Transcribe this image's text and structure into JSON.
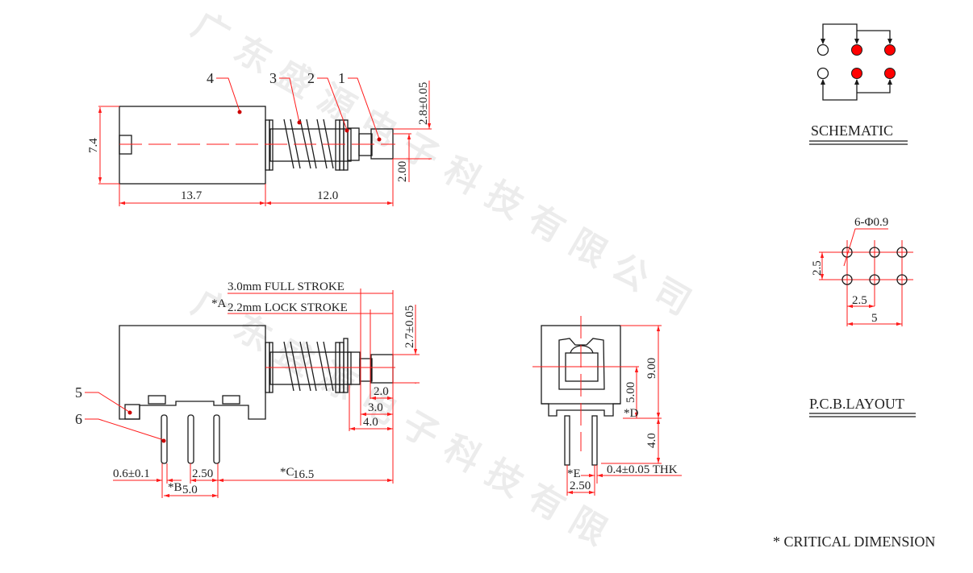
{
  "watermark": {
    "line1": "广东盛源电子科技有限公司",
    "line2": "广东盛源电子科技有限"
  },
  "top_view": {
    "callouts": [
      "1",
      "2",
      "3",
      "4"
    ],
    "dims": {
      "height": "7.4",
      "body_length": "13.7",
      "plunger_length": "12.0",
      "button_dia": "2.8±0.05",
      "shaft_dia": "2.00"
    }
  },
  "side_view": {
    "full_stroke": "3.0mm FULL STROKE",
    "lock_stroke_mark": "*A",
    "lock_stroke": "2.2mm LOCK STROKE",
    "callouts": [
      "5",
      "6"
    ],
    "dims": {
      "button_dia": "2.7±0.05",
      "d1": "2.0",
      "d2": "3.0",
      "d3": "4.0",
      "pin_width": "0.6±0.1",
      "pin_pitch": "2.50",
      "total_mark": "*C",
      "total": "16.5",
      "span_mark": "*B",
      "span": "5.0"
    }
  },
  "end_view": {
    "dims": {
      "height": "9.00",
      "center_mark": "*D",
      "center": "5.00",
      "pin_length": "4.0",
      "thickness": "0.4±0.05 THK",
      "pitch_mark": "*E",
      "pitch": "2.50"
    }
  },
  "schematic": {
    "title": "SCHEMATIC",
    "colors": {
      "active": "#ff0000"
    }
  },
  "pcb_layout": {
    "title": "P.C.B.LAYOUT",
    "hole_spec": "6-Φ0.9",
    "row_pitch": "2.5",
    "col_pitch": "2.5",
    "span": "5"
  },
  "note": "* CRITICAL  DIMENSION"
}
